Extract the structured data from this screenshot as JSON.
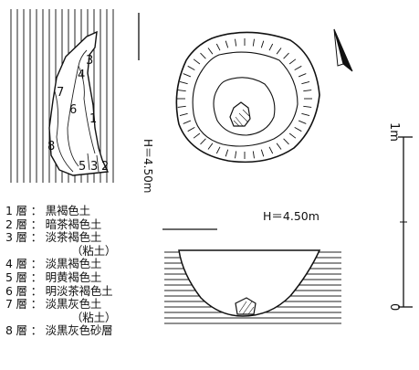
{
  "section_layers": [
    "1",
    "3",
    "4",
    "6",
    "7",
    "8",
    "5",
    "3",
    "2"
  ],
  "section_elevation": "H＝4.50m",
  "plan_elevation": "H＝4.50m",
  "scale": {
    "top_label": "1m",
    "bottom_label": "0"
  },
  "legend": [
    {
      "label": "1 層 ： 黒褐色土"
    },
    {
      "label": "2 層 ： 暗茶褐色土"
    },
    {
      "label": "3 層 ： 淡茶褐色土",
      "sub": "（粘土）"
    },
    {
      "label": "4 層 ： 淡黒褐色土"
    },
    {
      "label": "5 層 ： 明黄褐色土"
    },
    {
      "label": "6 層 ： 明淡茶褐色土"
    },
    {
      "label": "7 層 ： 淡黒灰色土",
      "sub": "（粘土）"
    },
    {
      "label": "8 層 ： 淡黒灰色砂層"
    }
  ]
}
